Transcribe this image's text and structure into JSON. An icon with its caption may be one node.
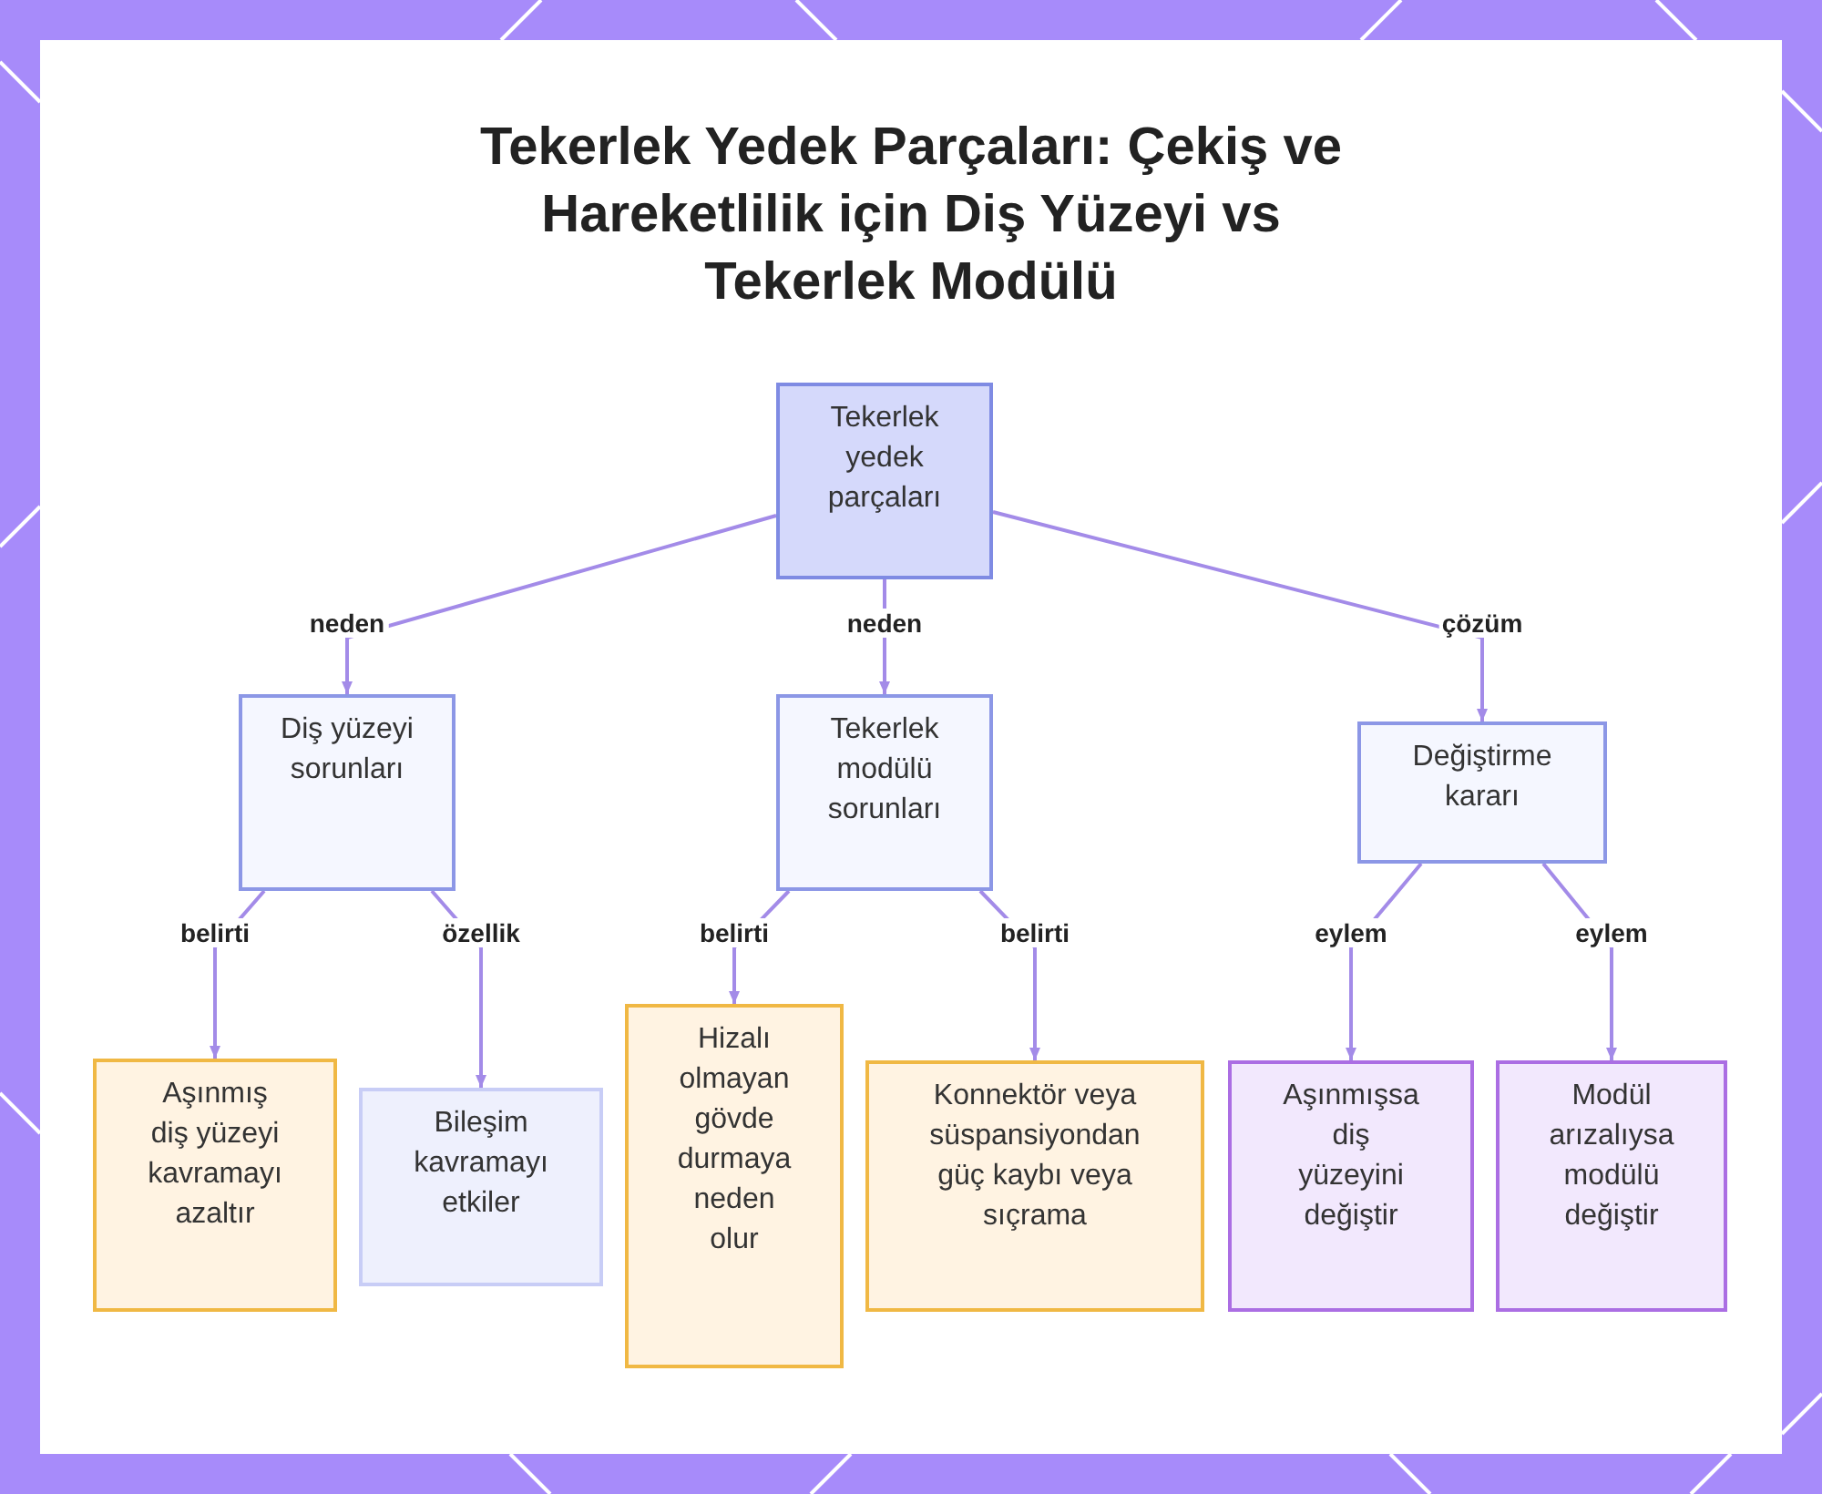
{
  "diagram": {
    "title": "Tekerlek Yedek Parçaları: Çekiş ve Hareketlilik için Diş Yüzeyi vs Tekerlek Modülü",
    "nodes": [
      {
        "text": [
          "Tekerlek yedek parçaları"
        ]
      },
      {
        "text": [
          "Diş yüzeyi sorunları"
        ]
      },
      {
        "text": [
          "Tekerlek modülü sorunları"
        ]
      },
      {
        "text": [
          "Değiştirme kararı"
        ]
      },
      {
        "text": [
          "Aşınmış diş yüzeyi kavramayı azaltır"
        ]
      },
      {
        "text": [
          "Bileşim kavramayı etkiler"
        ]
      },
      {
        "text": [
          "Hizalı olmayan gövde durmaya neden olur"
        ]
      },
      {
        "text": [
          "Konnektör veya süspansiyondan güç kaybı veya sıçrama"
        ]
      },
      {
        "text": [
          "Aşınmışsa diş yüzeyini değiştir"
        ]
      },
      {
        "text": [
          "Modül arızalıysa modülü değiştir"
        ]
      }
    ],
    "edges": [
      {
        "from": 0,
        "to": 1,
        "arrow": "to",
        "label": "neden"
      },
      {
        "from": 0,
        "to": 2,
        "arrow": "to",
        "label": "neden"
      },
      {
        "from": 0,
        "to": 3,
        "arrow": "to",
        "label": "çözüm"
      },
      {
        "from": 1,
        "to": 4,
        "arrow": "to",
        "label": "belirti"
      },
      {
        "from": 1,
        "to": 5,
        "arrow": "to",
        "label": "özellik"
      },
      {
        "from": 2,
        "to": 6,
        "arrow": "to",
        "label": "belirti"
      },
      {
        "from": 2,
        "to": 7,
        "arrow": "to",
        "label": "belirti"
      },
      {
        "from": 3,
        "to": 8,
        "arrow": "to",
        "label": "eylem"
      },
      {
        "from": 3,
        "to": 9,
        "arrow": "to",
        "label": "eylem"
      }
    ]
  }
}
